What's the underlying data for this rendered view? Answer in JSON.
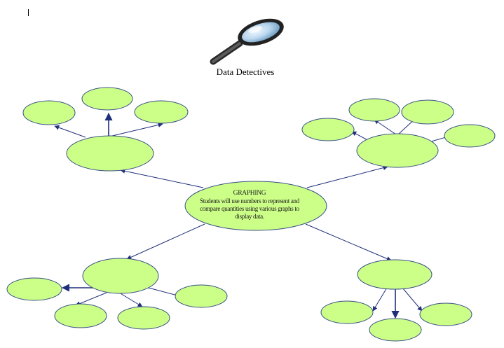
{
  "document": {
    "title": "Data Detectives",
    "icon": "magnifying-glass-icon"
  },
  "central_node": {
    "heading": "GRAPHING",
    "description": "Students will use numbers to represent and compare quantities using various graphs to display data."
  },
  "colors": {
    "node_fill": "#ccff88",
    "node_stroke": "#3a4f86",
    "connector": "#1f2f7a",
    "glass_lens": "#bcd9ee",
    "glass_rim": "#1e1e1e"
  }
}
